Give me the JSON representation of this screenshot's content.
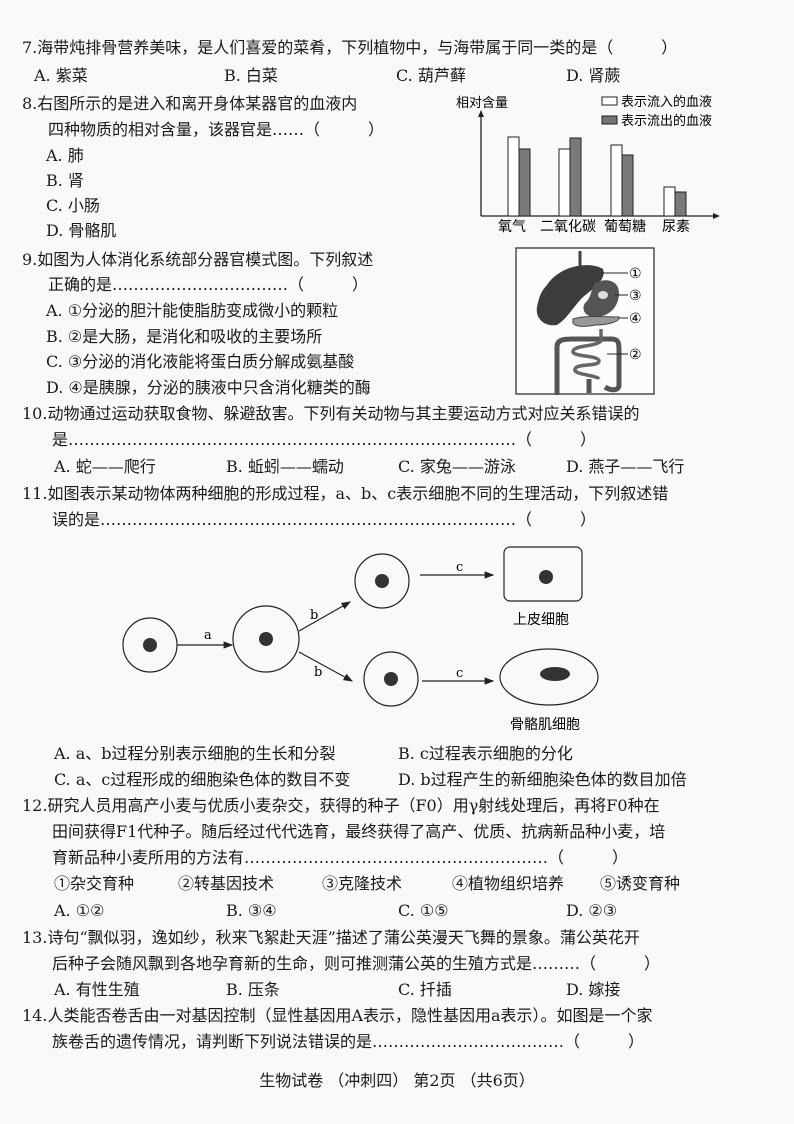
{
  "questions": [
    {
      "number": "7.",
      "lines": [
        "海带炖排骨营养美味，是人们喜爱的菜肴，下列植物中，与海带属于同一类的是（　　　）"
      ],
      "options": [
        "A. 紫菜",
        "B. 白菜",
        "C. 葫芦藓",
        "D. 肾蕨"
      ]
    },
    {
      "number": "8.",
      "lines": [
        "右图所示的是进入和离开身体某器官的血液内",
        "四种物质的相对含量，该器官是……（　　　）"
      ],
      "options": [
        "A. 肺",
        "B. 肾",
        "C. 小肠",
        "D. 骨骼肌"
      ]
    },
    {
      "number": "9.",
      "lines": [
        "如图为人体消化系统部分器官模式图。下列叙述",
        "正确的是……………………………（　　　）"
      ],
      "options": [
        "A. ①分泌的胆汁能使脂肪变成微小的颗粒",
        "B. ②是大肠，是消化和吸收的主要场所",
        "C. ③分泌的消化液能将蛋白质分解成氨基酸",
        "D. ④是胰腺，分泌的胰液中只含消化糖类的酶"
      ],
      "figure_labels": [
        "①",
        "③",
        "④",
        "②"
      ]
    },
    {
      "number": "10.",
      "lines": [
        "动物通过运动获取食物、躲避敌害。下列有关动物与其主要运动方式对应关系错误的",
        "是…………………………………………………………………………（　　　）"
      ],
      "options": [
        "A. 蛇——爬行",
        "B. 蚯蚓——蠕动",
        "C. 家兔——游泳",
        "D. 燕子——飞行"
      ]
    },
    {
      "number": "11.",
      "lines": [
        "如图表示某动物体两种细胞的形成过程，a、b、c表示细胞不同的生理活动，下列叙述错",
        "误的是……………………………………………………………………（　　　）"
      ],
      "options": [
        "A. a、b过程分别表示细胞的生长和分裂",
        "B. c过程表示细胞的分化",
        "C. a、c过程形成的细胞染色体的数目不变",
        "D. b过程产生的新细胞染色体的数目加倍"
      ],
      "figure": {
        "arrow_labels": {
          "a": "a",
          "b_top": "b",
          "b_bottom": "b",
          "c_top": "c",
          "c_bottom": "c"
        },
        "cell_labels": {
          "top": "上皮细胞",
          "bottom": "骨骼肌细胞"
        }
      }
    },
    {
      "number": "12.",
      "lines": [
        "研究人员用高产小麦与优质小麦杂交，获得的种子（F0）用γ射线处理后，再将F0种在",
        "田间获得F1代种子。随后经过代代选育，最终获得了高产、优质、抗病新品种小麦，培",
        "育新品种小麦所用的方法有…………………………………………………（　　　）"
      ],
      "methods": [
        "①杂交育种",
        "②转基因技术",
        "③克隆技术",
        "④植物组织培养",
        "⑤诱变育种"
      ],
      "options": [
        "A. ①②",
        "B. ③④",
        "C. ①⑤",
        "D. ②③"
      ]
    },
    {
      "number": "13.",
      "lines": [
        "诗句“飘似羽，逸如纱，秋来飞絮赴天涯”描述了蒲公英漫天飞舞的景象。蒲公英花开",
        "后种子会随风飘到各地孕育新的生命，则可推测蒲公英的生殖方式是………（　　　）"
      ],
      "options": [
        "A. 有性生殖",
        "B. 压条",
        "C. 扦插",
        "D. 嫁接"
      ]
    },
    {
      "number": "14.",
      "lines": [
        "人类能否卷舌由一对基因控制（显性基因用A表示，隐性基因用a表示）。如图是一个家",
        "族卷舌的遗传情况，请判断下列说法错误的是………………………………（　　　）"
      ]
    }
  ],
  "chart_data": {
    "type": "bar",
    "title": "",
    "ylabel": "相对含量",
    "xlabel": "",
    "categories": [
      "氧气",
      "二氧化碳",
      "葡萄糖",
      "尿素"
    ],
    "series": [
      {
        "name": "表示流入的血液",
        "values": [
          78,
          66,
          70,
          28
        ],
        "color": "#ffffff"
      },
      {
        "name": "表示流出的血液",
        "values": [
          66,
          77,
          59,
          23
        ],
        "color": "#777777"
      }
    ],
    "ylim": [
      0,
      100
    ],
    "legend_position": "top-right",
    "grid": false
  },
  "footer": "生物试卷 （冲刺四） 第2页 （共6页）"
}
